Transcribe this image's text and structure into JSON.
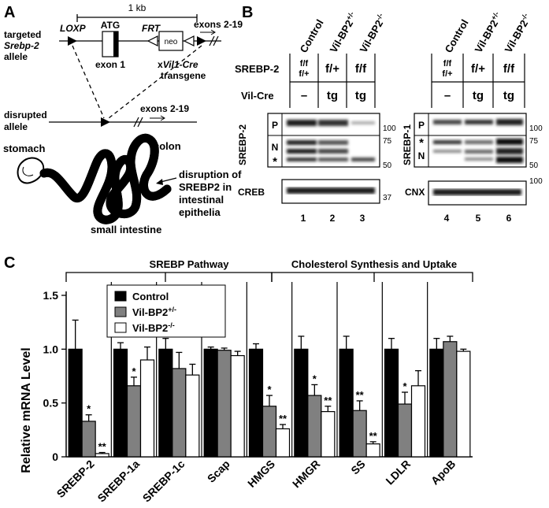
{
  "panel_a": {
    "label": "A",
    "scale": "1 kb",
    "targeted_allele": [
      "targeted",
      "Srebp-2",
      "allele"
    ],
    "loxp": "LOXP",
    "atg": "ATG",
    "frt": "FRT",
    "neo": "neo",
    "exon1": "exon 1",
    "exons_top": "exons 2-19",
    "cre_prefix": "x",
    "cre_name": "Vil1-Cre",
    "transgene": "transgene",
    "disrupted_allele": [
      "disrupted",
      "allele"
    ],
    "exons_bottom": "exons 2-19",
    "stomach": "stomach",
    "colon": "colon",
    "small_intestine": "small intestine",
    "disruption": [
      "disruption of",
      "SREBP2 in",
      "intestinal",
      "epithelia"
    ]
  },
  "panel_b": {
    "label": "B",
    "left": {
      "columns": [
        "Control",
        "Vil-BP2+/-",
        "Vil-BP2-/-"
      ],
      "columns_base": [
        "Vil-BP2",
        "Vil-BP2"
      ],
      "columns_sup": [
        "+/-",
        "-/-"
      ],
      "row1_label": "SREBP-2",
      "row2_label": "Vil-Cre",
      "genotype_top": [
        "f/f",
        "f/+"
      ],
      "genotype": [
        "f/+",
        "f/f"
      ],
      "cre": [
        "–",
        "tg",
        "tg"
      ],
      "blot1_name": "SREBP-2",
      "bands": [
        "P",
        "N",
        "*"
      ],
      "markers1": [
        "100",
        "75",
        "50"
      ],
      "blot2_name": "CREB",
      "marker2": "37",
      "lanes": [
        "1",
        "2",
        "3"
      ]
    },
    "right": {
      "columns": [
        "Control",
        "Vil-BP2+/-",
        "Vil-BP2-/-"
      ],
      "genotype_top": [
        "f/f",
        "f/+"
      ],
      "genotype": [
        "f/+",
        "f/f"
      ],
      "cre": [
        "–",
        "tg",
        "tg"
      ],
      "blot1_name": "SREBP-1",
      "bands": [
        "P",
        "*",
        "N"
      ],
      "markers1": [
        "100",
        "75",
        "50"
      ],
      "blot2_name": "CNX",
      "marker2": "100",
      "lanes": [
        "4",
        "5",
        "6"
      ]
    }
  },
  "panel_c": {
    "label": "C",
    "bracket1": "SREBP Pathway",
    "bracket2": "Cholesterol Synthesis and Uptake"
  },
  "chart_data": {
    "type": "bar",
    "ylabel": "Relative mRNA Level",
    "ylim": [
      0,
      1.5
    ],
    "yticks": [
      "0",
      "0.5",
      "1.0",
      "1.5"
    ],
    "categories": [
      "SREBP-2",
      "SREBP-1a",
      "SREBP-1c",
      "Scap",
      "HMGS",
      "HMGR",
      "SS",
      "LDLR",
      "ApoB"
    ],
    "series": [
      {
        "name": "Control",
        "color": "#000000",
        "values": [
          1.0,
          1.0,
          1.0,
          1.0,
          1.0,
          1.0,
          1.0,
          1.0,
          1.0
        ],
        "errors": [
          0.27,
          0.06,
          0.1,
          0.02,
          0.05,
          0.12,
          0.12,
          0.1,
          0.1
        ],
        "sig": [
          "",
          "",
          "",
          "",
          "",
          "",
          "",
          "",
          ""
        ]
      },
      {
        "name": "Vil-BP2+/-",
        "base": "Vil-BP2",
        "sup": "+/-",
        "color": "#808080",
        "values": [
          0.33,
          0.66,
          0.82,
          0.99,
          0.47,
          0.57,
          0.43,
          0.49,
          1.07
        ],
        "errors": [
          0.06,
          0.08,
          0.15,
          0.02,
          0.1,
          0.1,
          0.09,
          0.11,
          0.05
        ],
        "sig": [
          "*",
          "*",
          "",
          "",
          "*",
          "*",
          "**",
          "*",
          ""
        ]
      },
      {
        "name": "Vil-BP2-/-",
        "base": "Vil-BP2",
        "sup": "-/-",
        "color": "#ffffff",
        "values": [
          0.03,
          0.9,
          0.76,
          0.94,
          0.26,
          0.42,
          0.12,
          0.66,
          0.98
        ],
        "errors": [
          0.01,
          0.12,
          0.1,
          0.04,
          0.04,
          0.05,
          0.02,
          0.14,
          0.02
        ],
        "sig": [
          "**",
          "",
          "",
          "",
          "**",
          "**",
          "**",
          "",
          ""
        ]
      }
    ],
    "legend": "top-left"
  }
}
